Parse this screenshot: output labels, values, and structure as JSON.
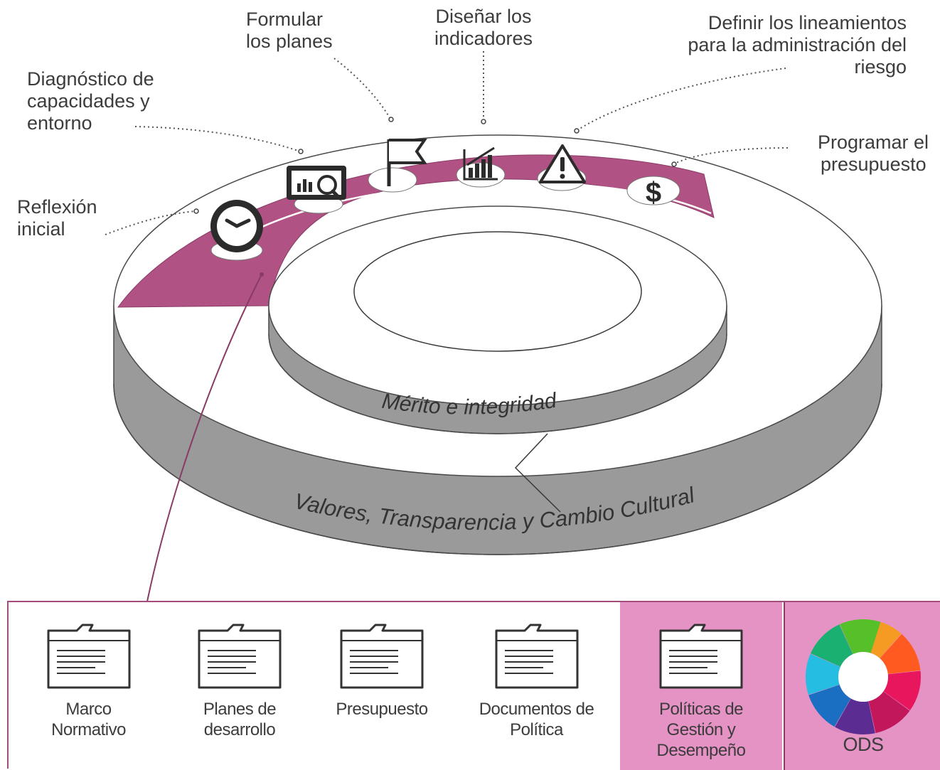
{
  "steps": {
    "reflexion": [
      "Reflexión",
      "inicial"
    ],
    "diagnostico": [
      "Diagnóstico de",
      "capacidades y",
      "entorno"
    ],
    "formular": [
      "Formular",
      "los planes"
    ],
    "disenar": [
      "Diseñar los",
      "indicadores"
    ],
    "definir": [
      "Definir los lineamientos",
      "para la administración del",
      "riesgo"
    ],
    "programar": [
      "Programar el",
      "presupuesto"
    ]
  },
  "rings": {
    "inner": "Mérito e integridad",
    "outer": "Valores, Transparencia y Cambio Cultural"
  },
  "documents": [
    {
      "lines": [
        "Marco",
        "Normativo"
      ],
      "highlight": false
    },
    {
      "lines": [
        "Planes de",
        "desarrollo"
      ],
      "highlight": false
    },
    {
      "lines": [
        "Presupuesto"
      ],
      "highlight": false
    },
    {
      "lines": [
        "Documentos de",
        "Política"
      ],
      "highlight": false
    },
    {
      "lines": [
        "Políticas de",
        "Gestión y",
        "Desempeño"
      ],
      "highlight": true
    }
  ],
  "ods": {
    "label": "ODS"
  },
  "colors": {
    "band": "#b05283",
    "panel_highlight": "#e592c5",
    "ring_side": "#8e8e8e",
    "connector": "#8a3a66"
  },
  "icons": [
    "clock-icon",
    "monitor-search-icon",
    "flag-icon",
    "growth-chart-icon",
    "warning-icon",
    "dollar-icon",
    "folder-icon",
    "ods-wheel-icon"
  ]
}
